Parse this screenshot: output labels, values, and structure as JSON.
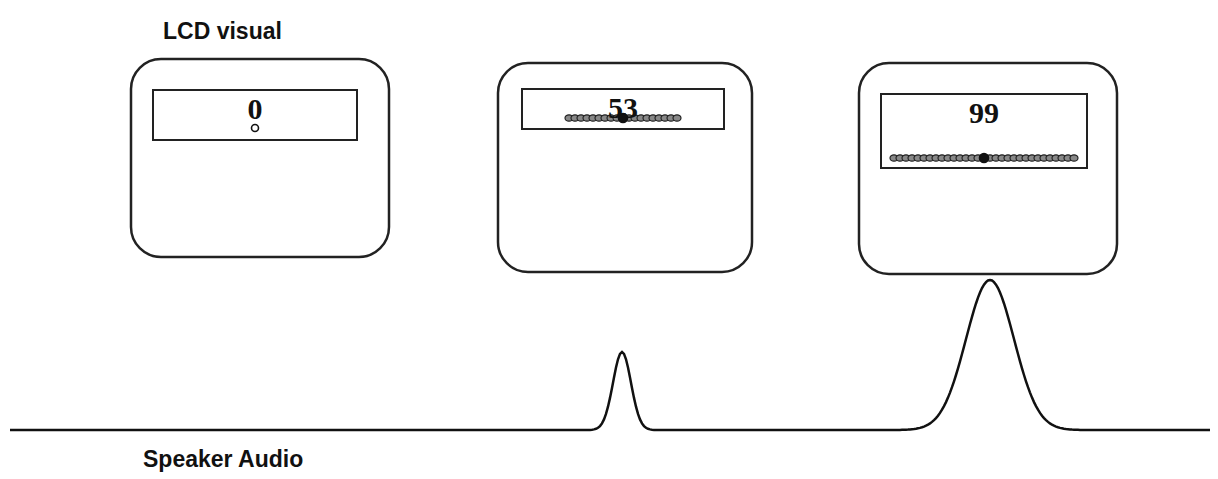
{
  "diagram": {
    "nodes": [
      {
        "text": [
          "0"
        ]
      },
      {
        "text": [
          "53"
        ]
      },
      {
        "text": [
          "99"
        ]
      }
    ],
    "labels": [
      "LCD visual",
      "Speaker Audio"
    ]
  }
}
